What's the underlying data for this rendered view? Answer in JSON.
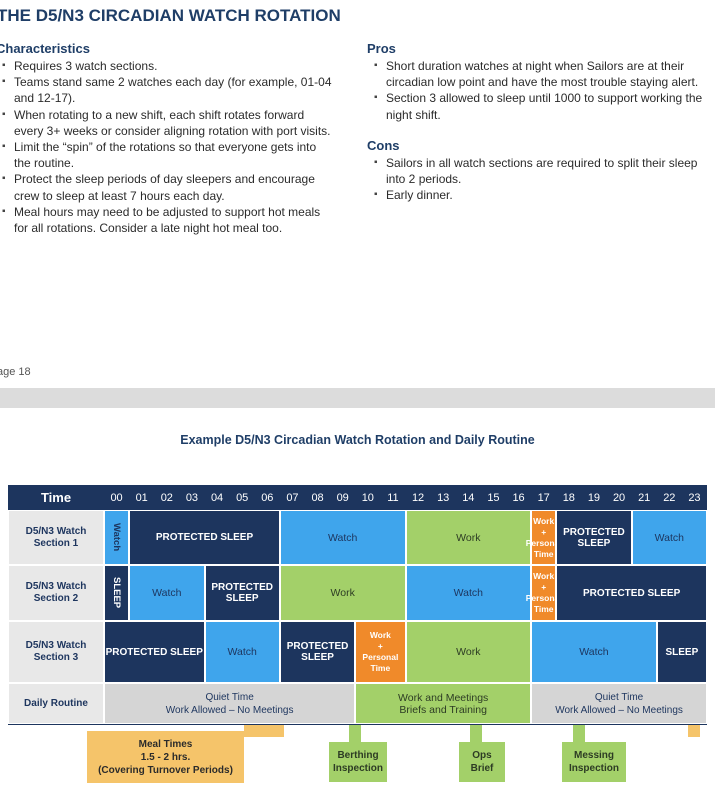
{
  "page_title": "THE D5/N3 CIRCADIAN WATCH ROTATION",
  "characteristics": {
    "heading": "Characteristics",
    "items": [
      "Requires 3 watch sections.",
      "Teams stand same 2 watches each day (for example, 01-04 and 12-17).",
      "When rotating to a new shift, each shift rotates forward every 3+ weeks or consider aligning rotation with port visits.",
      "Limit the “spin” of the rotations so that everyone gets into the routine.",
      "Protect the sleep periods of day sleepers and encourage crew to sleep at least 7 hours each day.",
      "Meal hours may need to be adjusted to support hot meals for all rotations. Consider a late night hot meal too."
    ]
  },
  "pros": {
    "heading": "Pros",
    "items": [
      "Short duration watches at night when Sailors are at their circadian low point and have the most trouble staying alert.",
      "Section 3 allowed to sleep until 1000 to support working the night shift."
    ]
  },
  "cons": {
    "heading": "Cons",
    "items": [
      "Sailors in all watch sections are required to split their sleep into 2 periods.",
      "Early dinner."
    ]
  },
  "page_number": "age 18",
  "figure": {
    "title": "Example D5/N3 Circadian Watch Rotation and Daily Routine",
    "time_label": "Time",
    "hours": [
      "00",
      "01",
      "02",
      "03",
      "04",
      "05",
      "06",
      "07",
      "08",
      "09",
      "10",
      "11",
      "12",
      "13",
      "14",
      "15",
      "16",
      "17",
      "18",
      "19",
      "20",
      "21",
      "22",
      "23"
    ],
    "rows": [
      {
        "label": "D5/N3 Watch Section 1",
        "blocks": [
          {
            "start": 0,
            "end": 1,
            "type": "blue",
            "text": "Watch",
            "vertical": true
          },
          {
            "start": 1,
            "end": 7,
            "type": "navy",
            "text": "PROTECTED SLEEP"
          },
          {
            "start": 7,
            "end": 12,
            "type": "blue",
            "text": "Watch"
          },
          {
            "start": 12,
            "end": 17,
            "type": "green",
            "text": "Work"
          },
          {
            "start": 17,
            "end": 18,
            "type": "orange",
            "text": "Work + Personal Time"
          },
          {
            "start": 18,
            "end": 21,
            "type": "navy",
            "text": "PROTECTED SLEEP"
          },
          {
            "start": 21,
            "end": 24,
            "type": "blue",
            "text": "Watch"
          }
        ]
      },
      {
        "label": "D5/N3 Watch Section 2",
        "blocks": [
          {
            "start": 0,
            "end": 1,
            "type": "navy",
            "text": "SLEEP",
            "vertical": true
          },
          {
            "start": 1,
            "end": 4,
            "type": "blue",
            "text": "Watch"
          },
          {
            "start": 4,
            "end": 7,
            "type": "navy",
            "text": "PROTECTED SLEEP"
          },
          {
            "start": 7,
            "end": 12,
            "type": "green",
            "text": "Work"
          },
          {
            "start": 12,
            "end": 17,
            "type": "blue",
            "text": "Watch"
          },
          {
            "start": 17,
            "end": 18,
            "type": "orange",
            "text": "Work + Personal Time"
          },
          {
            "start": 18,
            "end": 24,
            "type": "navy",
            "text": "PROTECTED SLEEP"
          }
        ]
      },
      {
        "label": "D5/N3 Watch Section 3",
        "blocks": [
          {
            "start": 0,
            "end": 4,
            "type": "navy",
            "text": "PROTECTED SLEEP"
          },
          {
            "start": 4,
            "end": 7,
            "type": "blue",
            "text": "Watch"
          },
          {
            "start": 7,
            "end": 10,
            "type": "navy",
            "text": "PROTECTED SLEEP"
          },
          {
            "start": 10,
            "end": 12,
            "type": "orange",
            "text": "Work + Personal Time"
          },
          {
            "start": 12,
            "end": 17,
            "type": "green",
            "text": "Work"
          },
          {
            "start": 17,
            "end": 22,
            "type": "blue",
            "text": "Watch"
          },
          {
            "start": 22,
            "end": 24,
            "type": "navy",
            "text": "SLEEP"
          }
        ]
      }
    ],
    "routine": {
      "label": "Daily Routine",
      "blocks": [
        {
          "start": 0,
          "end": 10,
          "type": "gray",
          "text": "Quiet Time\nWork Allowed – No Meetings"
        },
        {
          "start": 10,
          "end": 17,
          "type": "green",
          "text": "Work and Meetings\nBriefs and Training"
        },
        {
          "start": 17,
          "end": 24,
          "type": "gray",
          "text": "Quiet Time\nWork Allowed – No Meetings"
        }
      ]
    },
    "callouts": [
      {
        "text": "Meal Times\n1.5 - 2 hrs.\n(Covering Turnover Periods)",
        "color": "amber"
      },
      {
        "text": "Berthing\nInspection",
        "color": "green"
      },
      {
        "text": "Ops\nBrief",
        "color": "green"
      },
      {
        "text": "Messing\nInspection",
        "color": "green"
      }
    ]
  }
}
